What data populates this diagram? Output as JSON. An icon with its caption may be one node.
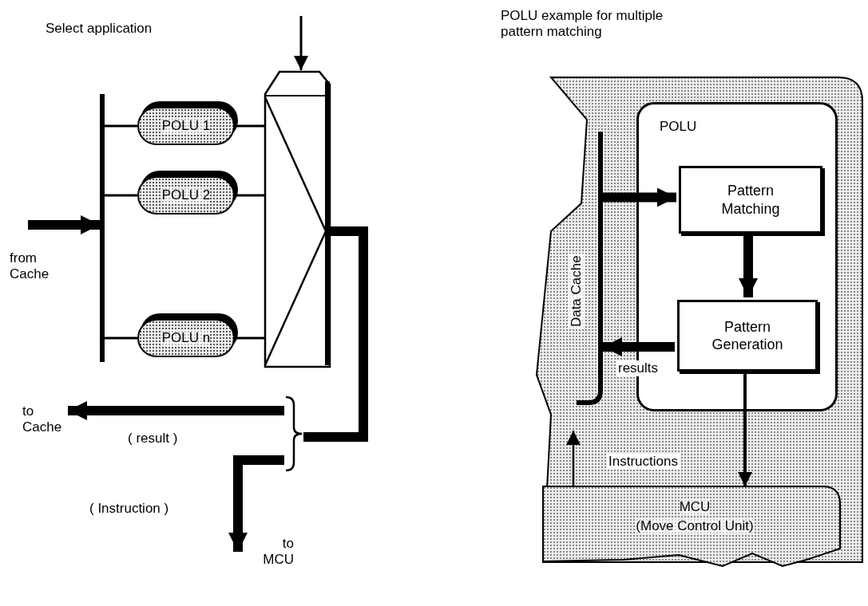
{
  "diagram": {
    "nodes": [
      {
        "text": [],
        "shape": "bar"
      },
      {
        "text": [
          "POLU 1"
        ]
      },
      {
        "text": [
          "POLU 2"
        ]
      },
      {
        "text": [
          "POLU n"
        ]
      },
      {
        "text": [],
        "shape": "box"
      },
      {
        "text": [],
        "shape": "bracket"
      },
      {
        "text": [
          "Data Cache"
        ]
      },
      {
        "text": [
          "POLU"
        ],
        "in": 6
      },
      {
        "text": [
          "Pattern Matching"
        ],
        "in": 7
      },
      {
        "text": [
          "Pattern Generation"
        ],
        "in": 7
      },
      {
        "text": [
          "MCU",
          "(Move Control Unit)"
        ],
        "in": 6
      },
      {
        "text": [
          "to Cache"
        ]
      }
    ],
    "edges": [
      {
        "from": null,
        "to": 0,
        "arrow": "to",
        "style": "thick"
      },
      {
        "from": 0,
        "to": 1,
        "arrow": "none"
      },
      {
        "from": 0,
        "to": 2,
        "arrow": "none"
      },
      {
        "from": 0,
        "to": 3,
        "arrow": "none"
      },
      {
        "from": 1,
        "to": 4,
        "arrow": "none"
      },
      {
        "from": 2,
        "to": 4,
        "arrow": "none"
      },
      {
        "from": 3,
        "to": 4,
        "arrow": "none"
      },
      {
        "from": null,
        "to": 4,
        "arrow": "to"
      },
      {
        "from": 4,
        "to": 5,
        "arrow": "none",
        "style": "thick"
      },
      {
        "from": 5,
        "to": 11,
        "arrow": "to",
        "style": "thick"
      },
      {
        "from": 5,
        "to": null,
        "arrow": "to",
        "style": "thick"
      },
      {
        "from": 6,
        "to": 8,
        "arrow": "to",
        "style": "thick"
      },
      {
        "from": 8,
        "to": 9,
        "arrow": "to",
        "style": "thick"
      },
      {
        "from": 9,
        "to": 6,
        "arrow": "to",
        "label": "results",
        "style": "thick"
      },
      {
        "from": 9,
        "to": 10,
        "arrow": "to",
        "label": "Instructions"
      },
      {
        "from": 10,
        "to": 6,
        "arrow": "to"
      }
    ],
    "labels": [
      "Select application",
      "POLU example for multiple pattern matching",
      "from Cache",
      "( result )",
      "( Instruction )",
      "to MCU"
    ]
  }
}
